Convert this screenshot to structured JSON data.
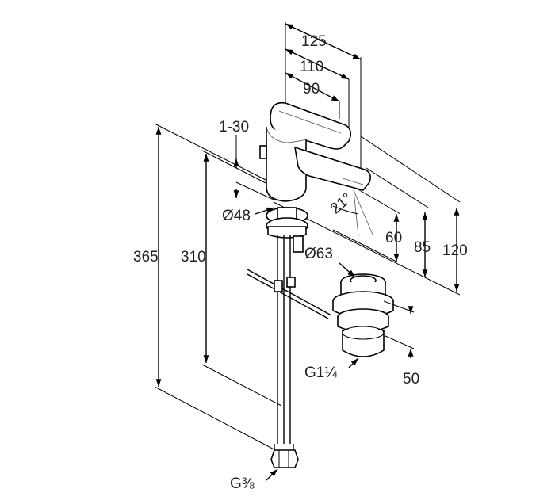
{
  "drawing": {
    "dimensions": {
      "spout_reach_overall": "125",
      "spout_reach_mid": "110",
      "spout_reach_inner": "90",
      "aerator_height": "60",
      "spout_height": "85",
      "overall_height_front": "120",
      "total_height": "365",
      "hose_length": "310",
      "countertop_thickness": "1-30",
      "body_diameter": "Ø48",
      "waste_diameter": "Ø63",
      "waste_thread": "G1¼",
      "waste_height": "50",
      "hose_thread": "G⅜",
      "swivel_angle": "21°"
    }
  }
}
